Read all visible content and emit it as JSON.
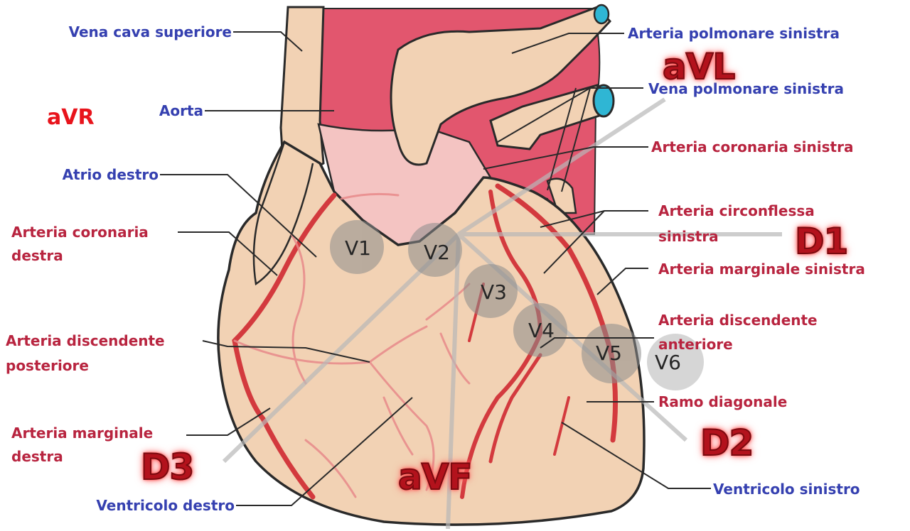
{
  "labels": {
    "vena_cava_superiore": "Vena cava superiore",
    "aorta": "Aorta",
    "atrio_destro": "Atrio destro",
    "arteria_coronaria_destra_1": "Arteria coronaria",
    "arteria_coronaria_destra_2": "destra",
    "arteria_discendente_posteriore_1": "Arteria discendente",
    "arteria_discendente_posteriore_2": "posteriore",
    "arteria_marginale_destra_1": "Arteria marginale",
    "arteria_marginale_destra_2": "destra",
    "ventricolo_destro": "Ventricolo destro",
    "arteria_polmonare_sinistra": "Arteria polmonare sinistra",
    "vena_polmonare_sinistra": "Vena polmonare sinistra",
    "arteria_coronaria_sinistra": "Arteria coronaria sinistra",
    "arteria_circonflessa_sinistra_1": "Arteria circonflessa",
    "arteria_circonflessa_sinistra_2": "sinistra",
    "arteria_marginale_sinistra": "Arteria marginale sinistra",
    "arteria_discendente_anteriore_1": "Arteria discendente",
    "arteria_discendente_anteriore_2": "anteriore",
    "ramo_diagonale": "Ramo diagonale",
    "ventricolo_sinistro": "Ventricolo sinistro"
  },
  "leads": {
    "aVR": "aVR",
    "aVL": "aVL",
    "D1": "D1",
    "D2": "D2",
    "D3": "D3",
    "aVF": "aVF"
  },
  "precordial": {
    "V1": "V1",
    "V2": "V2",
    "V3": "V3",
    "V4": "V4",
    "V5": "V5",
    "V6": "V6"
  },
  "colors": {
    "heart_fill": "#f2d2b4",
    "heart_outline": "#2a2a2a",
    "great_vessels": "#e2566e",
    "atrium_pink": "#f4c4c2",
    "coronary_artery": "#d33a3e",
    "blue_label": "#3540b0",
    "red_label": "#b8243f",
    "lead_red": "#b3121c"
  }
}
